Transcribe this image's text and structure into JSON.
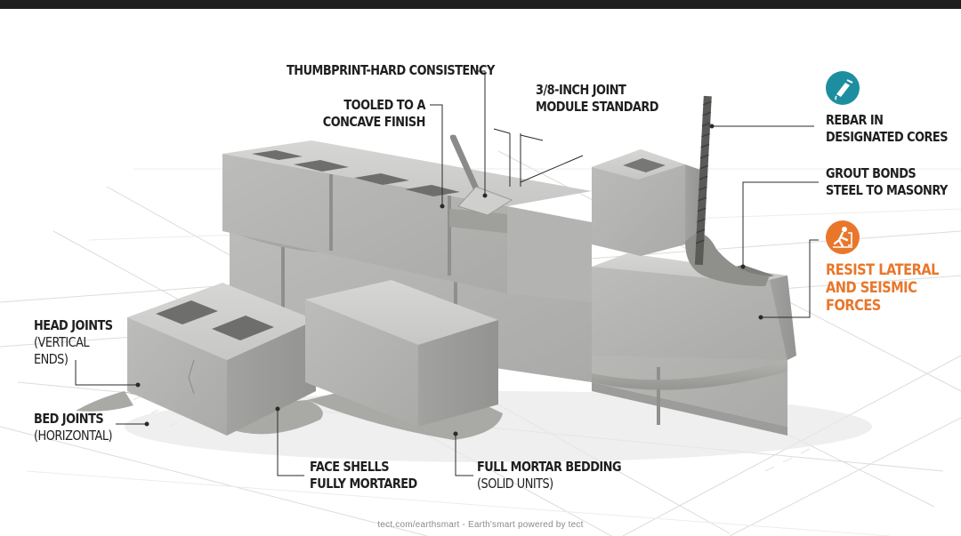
{
  "labels": {
    "thumbprint": "THUMBPRINT-HARD CONSISTENCY",
    "tooled": [
      "TOOLED TO A",
      "CONCAVE FINISH"
    ],
    "joint_module": [
      "3/8-INCH JOINT",
      "MODULE STANDARD"
    ],
    "rebar": [
      "REBAR IN",
      "DESIGNATED CORES"
    ],
    "grout": [
      "GROUT BONDS",
      "STEEL TO MASONRY"
    ],
    "resist": [
      "RESIST LATERAL",
      "AND SEISMIC",
      "FORCES"
    ],
    "head_joints": {
      "main": "HEAD JOINTS",
      "sub": [
        "(VERTICAL",
        "ENDS)"
      ]
    },
    "bed_joints": {
      "main": "BED JOINTS",
      "sub": "(HORIZONTAL)"
    },
    "face_shells": [
      "FACE SHELLS",
      "FULLY MORTARED"
    ],
    "full_mortar": {
      "main": "FULL MORTAR BEDDING",
      "sub": "(SOLID UNITS)"
    }
  },
  "footer": "tect.com/earthsmart - Earth'smart powered by tect",
  "colors": {
    "text": "#1f1f1f",
    "accent": "#e8772b",
    "teal": "#1d8ea0",
    "block": "#bdbdbb",
    "mortar": "#a7a7a4"
  },
  "icons": [
    "rebar-pour-icon",
    "seismic-person-icon"
  ]
}
